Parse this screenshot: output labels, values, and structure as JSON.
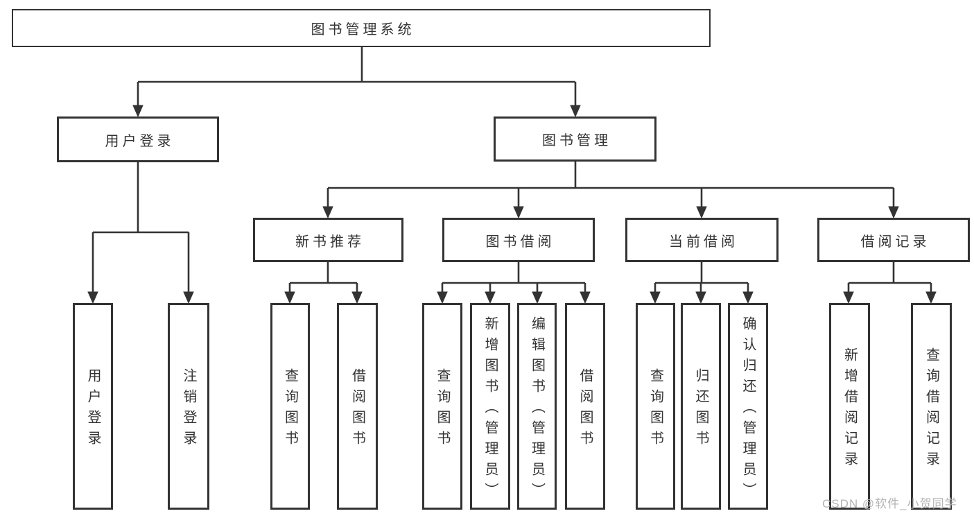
{
  "diagram": {
    "root": "图书管理系统",
    "level2": {
      "user_login": "用户登录",
      "book_management": "图书管理"
    },
    "level3": {
      "new_book_recommend": "新书推荐",
      "book_borrowing": "图书借阅",
      "current_borrowing": "当前借阅",
      "borrow_records": "借阅记录"
    },
    "leaves": {
      "user_login": [
        "用户登录",
        "注销登录"
      ],
      "new_book_recommend": [
        "查询图书",
        "借阅图书"
      ],
      "book_borrowing": [
        "查询图书",
        "新增图书（管理员）",
        "编辑图书（管理员）",
        "借阅图书"
      ],
      "current_borrowing": [
        "查询图书",
        "归还图书",
        "确认归还（管理员）"
      ],
      "borrow_records": [
        "新增借阅记录",
        "查询借阅记录"
      ]
    }
  },
  "watermark": "CSDN @软件_小贺同学",
  "colors": {
    "line": "#333333",
    "box_border": "#333333",
    "text": "#333333",
    "watermark_text": "#b4b4b4",
    "background": "#ffffff"
  }
}
